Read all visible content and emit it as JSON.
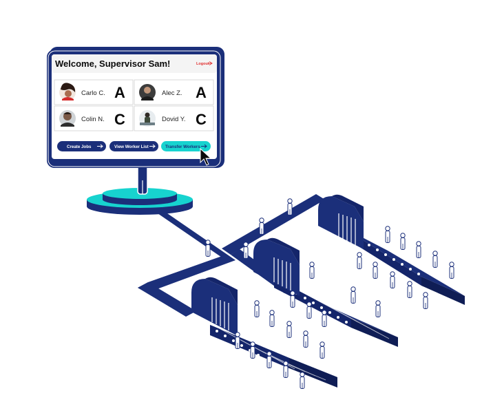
{
  "colors": {
    "navy": "#1b2f7a",
    "teal": "#17d3cf",
    "logout_red": "#e03030",
    "panel_bg": "#f4f4f4",
    "card_border": "#d0d0d0"
  },
  "dashboard": {
    "title": "Welcome, Supervisor Sam!",
    "logout_label": "Logout",
    "logout_icon": "exit-arrow-icon",
    "workers": [
      {
        "name": "Carlo C.",
        "grade": "A",
        "avatar": "avatar-carlo"
      },
      {
        "name": "Alec Z.",
        "grade": "A",
        "avatar": "avatar-alec"
      },
      {
        "name": "Colin N.",
        "grade": "C",
        "avatar": "avatar-colin"
      },
      {
        "name": "Dovid Y.",
        "grade": "C",
        "avatar": "avatar-dovid"
      }
    ],
    "buttons": {
      "create_jobs": "Create Jobs",
      "view_worker_list": "View Worker List",
      "transfer_workers": "Transfer Workers"
    },
    "button_icon": "arrow-right-icon",
    "cursor_icon": "mouse-pointer-icon"
  }
}
